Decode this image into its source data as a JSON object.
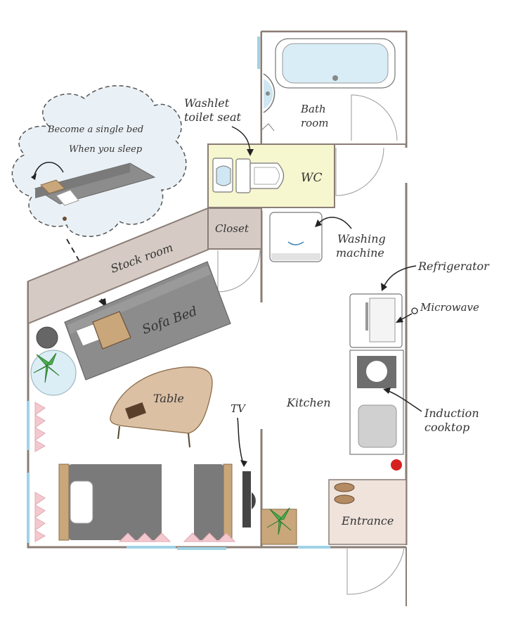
{
  "labels": {
    "bath_line1": "Bath",
    "bath_line2": "room",
    "washlet_line1": "Washlet",
    "washlet_line2": "toilet seat",
    "wc": "WC",
    "closet": "Closet",
    "washing_line1": "Washing",
    "washing_line2": "machine",
    "stock_room": "Stock room",
    "sofa_bed": "Sofa Bed",
    "refrigerator": "Refrigerator",
    "microwave": "Microwave",
    "table": "Table",
    "tv": "TV",
    "kitchen": "Kitchen",
    "induction_line1": "Induction",
    "induction_line2": "cooktop",
    "entrance": "Entrance",
    "cloud_line1": "Become a single bed",
    "cloud_line2": "When you sleep"
  },
  "colors": {
    "wall": "#8a7d76",
    "wc_fill": "#f6f6cf",
    "stock_fill": "#d6cac4",
    "sofa_fill": "#8c8c8c",
    "table_fill": "#dcc0a4",
    "entrance_fill": "#efe3dc",
    "window": "#9fd3e6",
    "cloud_fill": "#eaf1f6",
    "bed_frame": "#c9a77b",
    "bed_mattress": "#7a7a7a",
    "curtain": "#f3c9cf",
    "plant": "#4caf50",
    "red_button": "#d62020"
  }
}
